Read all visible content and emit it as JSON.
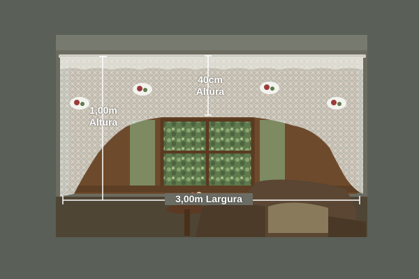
{
  "colors": {
    "background": "#5a5f57",
    "wall": "#6b6b60",
    "window_frame": "#6e4a2c",
    "curtain_lace": "#e7e8e1",
    "outdoor_greenery": "#6f8a5a",
    "sofa": "#5a4632",
    "dimension_line": "#ffffff"
  },
  "measurements": {
    "total_height": {
      "line1": "1,00m",
      "line2": "Altura"
    },
    "valance_height": {
      "line1": "40cm",
      "line2": "Altura"
    },
    "total_width": {
      "text": "3,00m Largura"
    }
  },
  "photo_subjects": [
    "lace-curtain",
    "window",
    "sofa",
    "round-side-table",
    "flower-vase",
    "cushion"
  ]
}
